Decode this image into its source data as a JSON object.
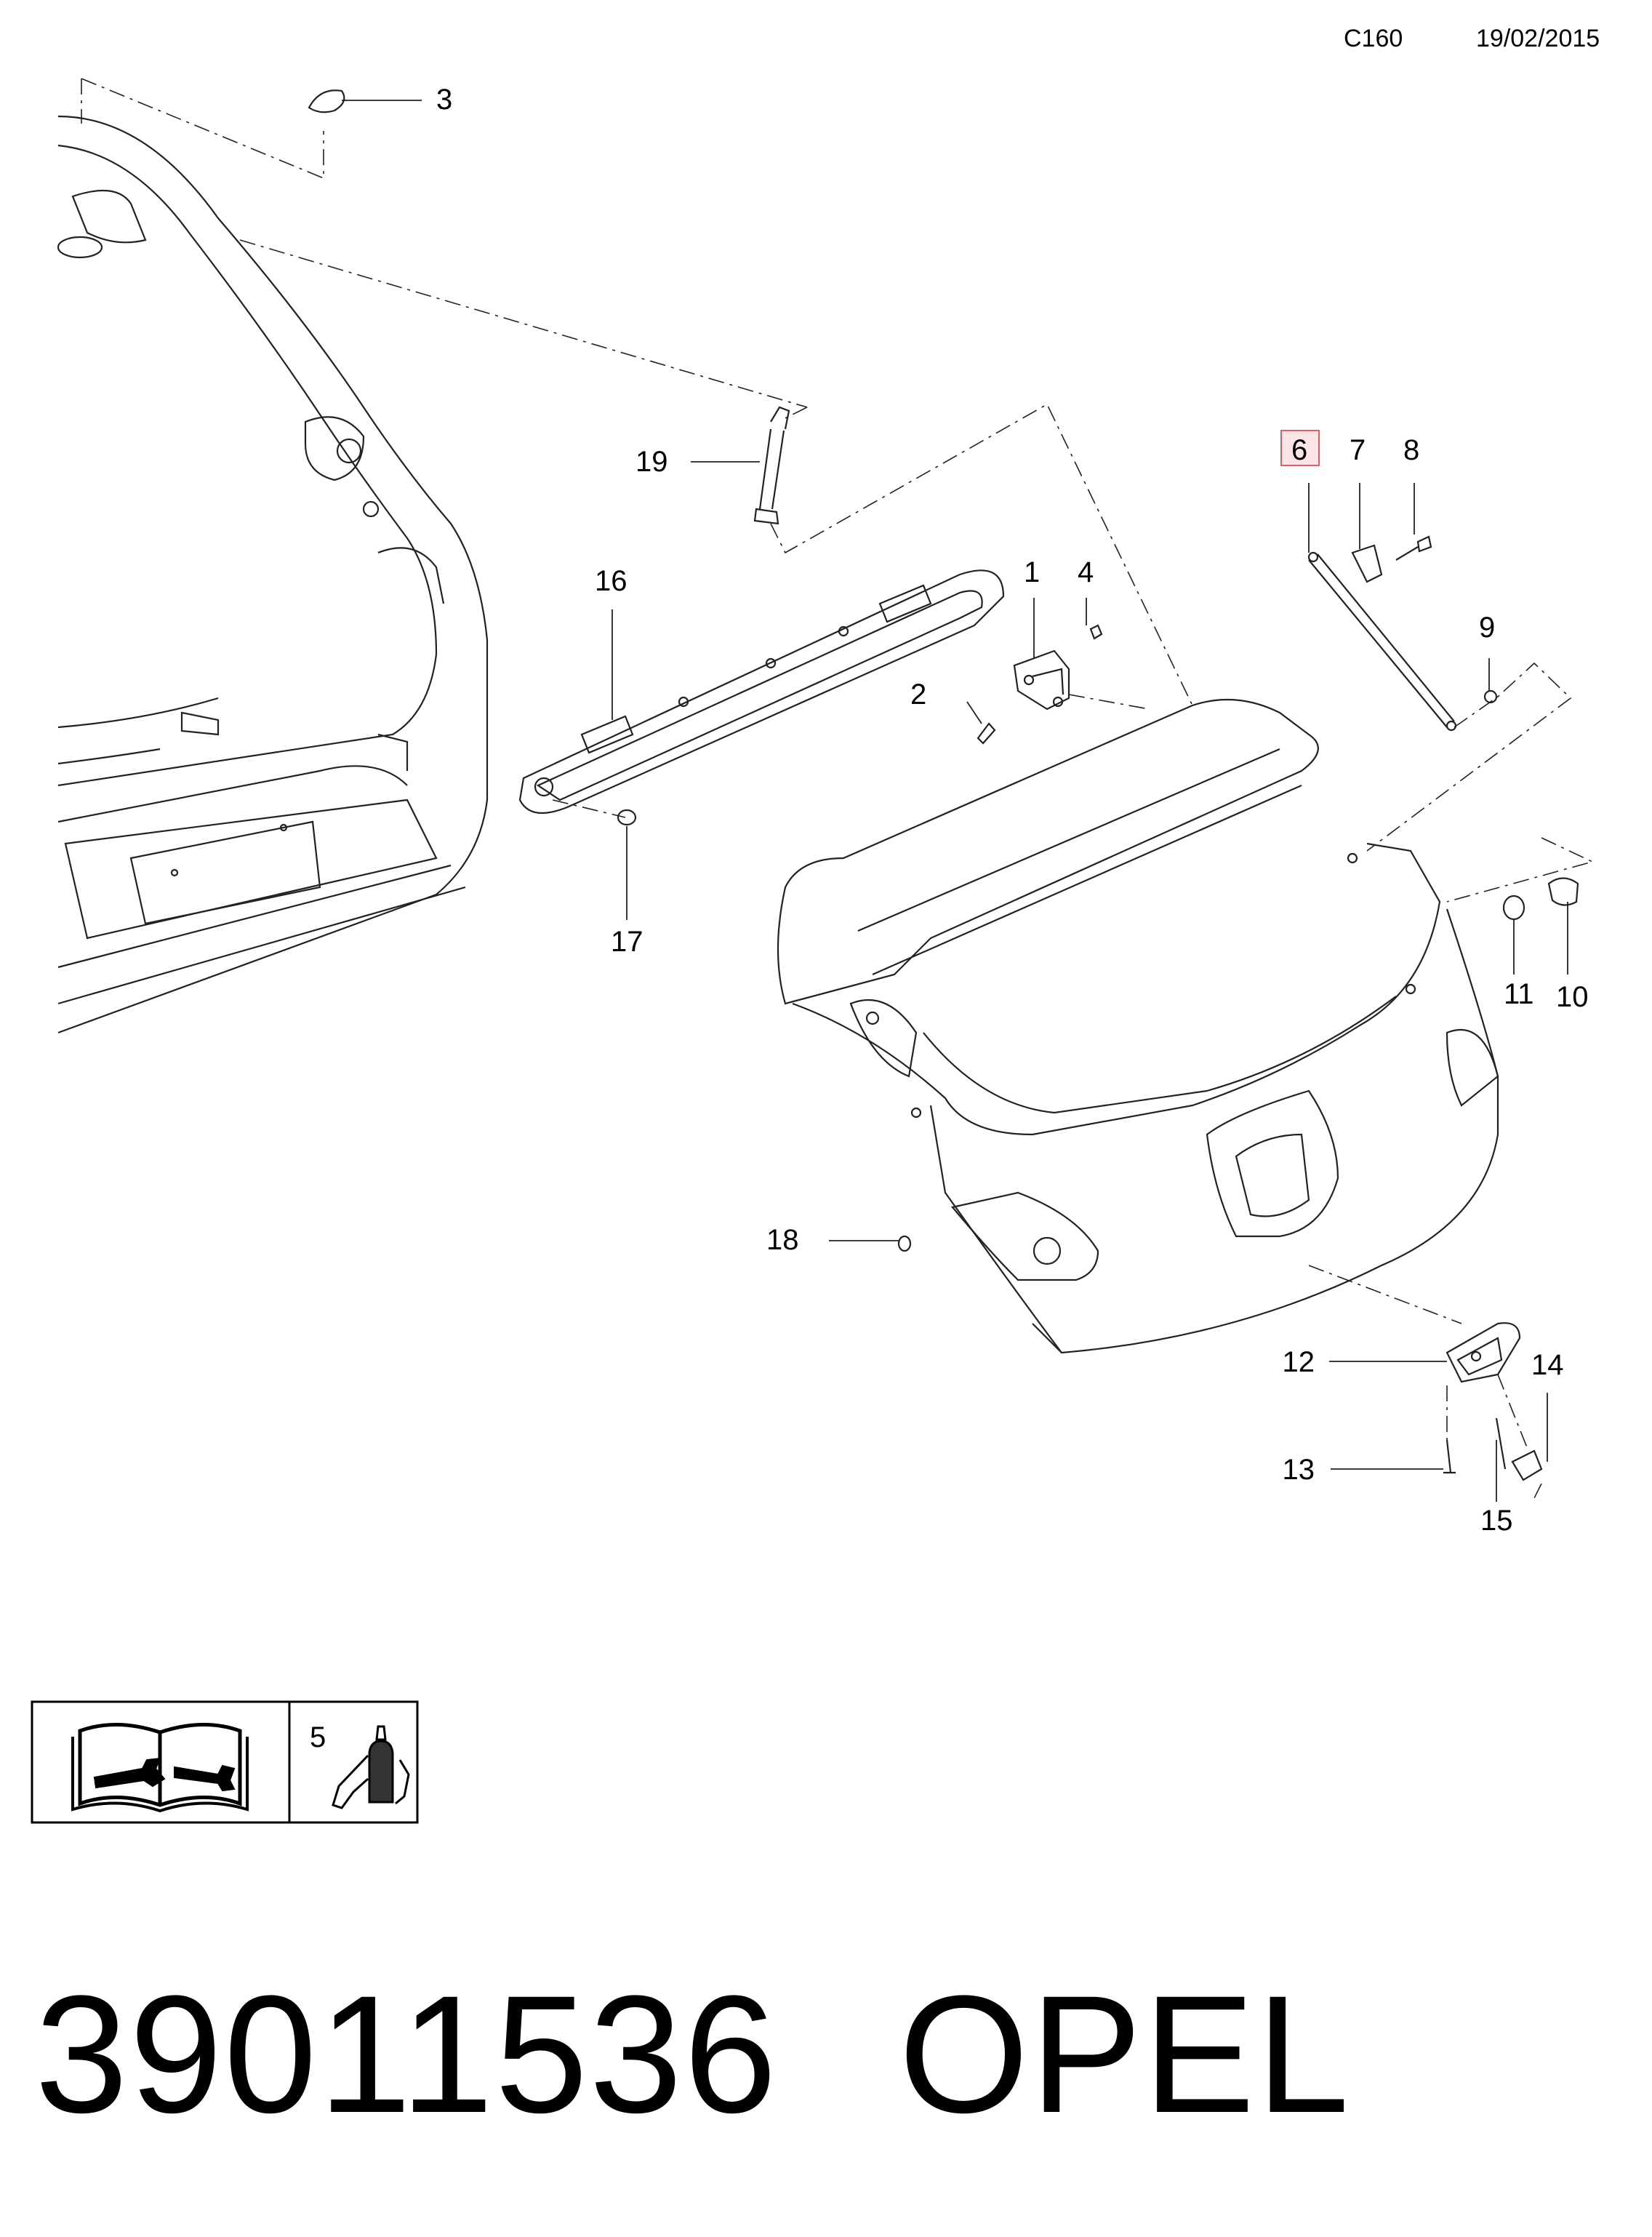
{
  "header": {
    "code": "C160",
    "date": "19/02/2015"
  },
  "callouts": {
    "c1": "1",
    "c2": "2",
    "c3": "3",
    "c4": "4",
    "c5": "5",
    "c6": "6",
    "c7": "7",
    "c8": "8",
    "c9": "9",
    "c10": "10",
    "c11": "11",
    "c12": "12",
    "c13": "13",
    "c14": "14",
    "c15": "15",
    "c16": "16",
    "c17": "17",
    "c18": "18",
    "c19": "19"
  },
  "highlight_color": "#e05a6a",
  "legend": {
    "icons": [
      "manual-wrench-icon",
      "adhesive-bottle-icon"
    ]
  },
  "footer": {
    "part_number": "39011536",
    "brand": "OPEL"
  }
}
